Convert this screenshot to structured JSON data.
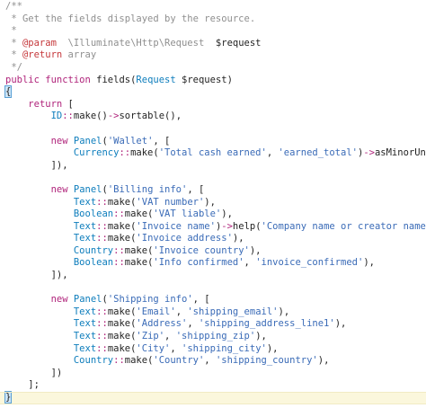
{
  "colors": {
    "background": "#ffffff",
    "current_line": "#fbf7dc",
    "comment": "#8f8f8f",
    "tag": "#c5383b",
    "keyword": "#b0247b",
    "class": "#0d7dbc",
    "string": "#3a6bb7",
    "text": "#1f1f1f"
  },
  "lines": [
    {
      "tokens": [
        {
          "t": "/**",
          "k": "comment"
        }
      ]
    },
    {
      "tokens": [
        {
          "t": " * Get the fields displayed by the resource.",
          "k": "comment"
        }
      ]
    },
    {
      "tokens": [
        {
          "t": " *",
          "k": "comment"
        }
      ]
    },
    {
      "tokens": [
        {
          "t": " * ",
          "k": "comment"
        },
        {
          "t": "@param",
          "k": "tag"
        },
        {
          "t": "  \\Illuminate\\Http\\Request  ",
          "k": "comment"
        },
        {
          "t": "$request",
          "k": "text"
        }
      ]
    },
    {
      "tokens": [
        {
          "t": " * ",
          "k": "comment"
        },
        {
          "t": "@return",
          "k": "tag"
        },
        {
          "t": " array",
          "k": "comment"
        }
      ]
    },
    {
      "tokens": [
        {
          "t": " */",
          "k": "comment"
        }
      ]
    },
    {
      "tokens": [
        {
          "t": "public function ",
          "k": "keyword"
        },
        {
          "t": "fields(",
          "k": "text"
        },
        {
          "t": "Request",
          "k": "class"
        },
        {
          "t": " $request)",
          "k": "text"
        }
      ]
    },
    {
      "tokens": [
        {
          "t": "{",
          "k": "text",
          "match": true
        }
      ]
    },
    {
      "tokens": [
        {
          "t": "    ",
          "k": "text"
        },
        {
          "t": "return",
          "k": "keyword"
        },
        {
          "t": " [",
          "k": "text"
        }
      ]
    },
    {
      "tokens": [
        {
          "t": "        ",
          "k": "text"
        },
        {
          "t": "ID",
          "k": "class"
        },
        {
          "t": "::",
          "k": "keyword"
        },
        {
          "t": "make()",
          "k": "text"
        },
        {
          "t": "->",
          "k": "keyword"
        },
        {
          "t": "sortable(),",
          "k": "text"
        }
      ]
    },
    {
      "tokens": [
        {
          "t": "",
          "k": "text"
        }
      ]
    },
    {
      "tokens": [
        {
          "t": "        ",
          "k": "text"
        },
        {
          "t": "new ",
          "k": "keyword"
        },
        {
          "t": "Panel",
          "k": "class"
        },
        {
          "t": "(",
          "k": "text"
        },
        {
          "t": "'Wallet'",
          "k": "string"
        },
        {
          "t": ", [",
          "k": "text"
        }
      ]
    },
    {
      "tokens": [
        {
          "t": "            ",
          "k": "text"
        },
        {
          "t": "Currency",
          "k": "class"
        },
        {
          "t": "::",
          "k": "keyword"
        },
        {
          "t": "make(",
          "k": "text"
        },
        {
          "t": "'Total cash earned'",
          "k": "string"
        },
        {
          "t": ", ",
          "k": "text"
        },
        {
          "t": "'earned_total'",
          "k": "string"
        },
        {
          "t": ")",
          "k": "text"
        },
        {
          "t": "->",
          "k": "keyword"
        },
        {
          "t": "asMinorUnits(),",
          "k": "text"
        }
      ]
    },
    {
      "tokens": [
        {
          "t": "        ]),",
          "k": "text"
        }
      ]
    },
    {
      "tokens": [
        {
          "t": "",
          "k": "text"
        }
      ]
    },
    {
      "tokens": [
        {
          "t": "        ",
          "k": "text"
        },
        {
          "t": "new ",
          "k": "keyword"
        },
        {
          "t": "Panel",
          "k": "class"
        },
        {
          "t": "(",
          "k": "text"
        },
        {
          "t": "'Billing info'",
          "k": "string"
        },
        {
          "t": ", [",
          "k": "text"
        }
      ]
    },
    {
      "tokens": [
        {
          "t": "            ",
          "k": "text"
        },
        {
          "t": "Text",
          "k": "class"
        },
        {
          "t": "::",
          "k": "keyword"
        },
        {
          "t": "make(",
          "k": "text"
        },
        {
          "t": "'VAT number'",
          "k": "string"
        },
        {
          "t": "),",
          "k": "text"
        }
      ]
    },
    {
      "tokens": [
        {
          "t": "            ",
          "k": "text"
        },
        {
          "t": "Boolean",
          "k": "class"
        },
        {
          "t": "::",
          "k": "keyword"
        },
        {
          "t": "make(",
          "k": "text"
        },
        {
          "t": "'VAT liable'",
          "k": "string"
        },
        {
          "t": "),",
          "k": "text"
        }
      ]
    },
    {
      "tokens": [
        {
          "t": "            ",
          "k": "text"
        },
        {
          "t": "Text",
          "k": "class"
        },
        {
          "t": "::",
          "k": "keyword"
        },
        {
          "t": "make(",
          "k": "text"
        },
        {
          "t": "'Invoice name'",
          "k": "string"
        },
        {
          "t": ")",
          "k": "text"
        },
        {
          "t": "->",
          "k": "keyword"
        },
        {
          "t": "help(",
          "k": "text"
        },
        {
          "t": "'Company name or creator name.'",
          "k": "string"
        },
        {
          "t": "),",
          "k": "text"
        }
      ]
    },
    {
      "tokens": [
        {
          "t": "            ",
          "k": "text"
        },
        {
          "t": "Text",
          "k": "class"
        },
        {
          "t": "::",
          "k": "keyword"
        },
        {
          "t": "make(",
          "k": "text"
        },
        {
          "t": "'Invoice address'",
          "k": "string"
        },
        {
          "t": "),",
          "k": "text"
        }
      ]
    },
    {
      "tokens": [
        {
          "t": "            ",
          "k": "text"
        },
        {
          "t": "Country",
          "k": "class"
        },
        {
          "t": "::",
          "k": "keyword"
        },
        {
          "t": "make(",
          "k": "text"
        },
        {
          "t": "'Invoice country'",
          "k": "string"
        },
        {
          "t": "),",
          "k": "text"
        }
      ]
    },
    {
      "tokens": [
        {
          "t": "            ",
          "k": "text"
        },
        {
          "t": "Boolean",
          "k": "class"
        },
        {
          "t": "::",
          "k": "keyword"
        },
        {
          "t": "make(",
          "k": "text"
        },
        {
          "t": "'Info confirmed'",
          "k": "string"
        },
        {
          "t": ", ",
          "k": "text"
        },
        {
          "t": "'invoice_confirmed'",
          "k": "string"
        },
        {
          "t": "),",
          "k": "text"
        }
      ]
    },
    {
      "tokens": [
        {
          "t": "        ]),",
          "k": "text"
        }
      ]
    },
    {
      "tokens": [
        {
          "t": "",
          "k": "text"
        }
      ]
    },
    {
      "tokens": [
        {
          "t": "        ",
          "k": "text"
        },
        {
          "t": "new ",
          "k": "keyword"
        },
        {
          "t": "Panel",
          "k": "class"
        },
        {
          "t": "(",
          "k": "text"
        },
        {
          "t": "'Shipping info'",
          "k": "string"
        },
        {
          "t": ", [",
          "k": "text"
        }
      ]
    },
    {
      "tokens": [
        {
          "t": "            ",
          "k": "text"
        },
        {
          "t": "Text",
          "k": "class"
        },
        {
          "t": "::",
          "k": "keyword"
        },
        {
          "t": "make(",
          "k": "text"
        },
        {
          "t": "'Email'",
          "k": "string"
        },
        {
          "t": ", ",
          "k": "text"
        },
        {
          "t": "'shipping_email'",
          "k": "string"
        },
        {
          "t": "),",
          "k": "text"
        }
      ]
    },
    {
      "tokens": [
        {
          "t": "            ",
          "k": "text"
        },
        {
          "t": "Text",
          "k": "class"
        },
        {
          "t": "::",
          "k": "keyword"
        },
        {
          "t": "make(",
          "k": "text"
        },
        {
          "t": "'Address'",
          "k": "string"
        },
        {
          "t": ", ",
          "k": "text"
        },
        {
          "t": "'shipping_address_line1'",
          "k": "string"
        },
        {
          "t": "),",
          "k": "text"
        }
      ]
    },
    {
      "tokens": [
        {
          "t": "            ",
          "k": "text"
        },
        {
          "t": "Text",
          "k": "class"
        },
        {
          "t": "::",
          "k": "keyword"
        },
        {
          "t": "make(",
          "k": "text"
        },
        {
          "t": "'Zip'",
          "k": "string"
        },
        {
          "t": ", ",
          "k": "text"
        },
        {
          "t": "'shipping_zip'",
          "k": "string"
        },
        {
          "t": "),",
          "k": "text"
        }
      ]
    },
    {
      "tokens": [
        {
          "t": "            ",
          "k": "text"
        },
        {
          "t": "Text",
          "k": "class"
        },
        {
          "t": "::",
          "k": "keyword"
        },
        {
          "t": "make(",
          "k": "text"
        },
        {
          "t": "'City'",
          "k": "string"
        },
        {
          "t": ", ",
          "k": "text"
        },
        {
          "t": "'shipping_city'",
          "k": "string"
        },
        {
          "t": "),",
          "k": "text"
        }
      ]
    },
    {
      "tokens": [
        {
          "t": "            ",
          "k": "text"
        },
        {
          "t": "Country",
          "k": "class"
        },
        {
          "t": "::",
          "k": "keyword"
        },
        {
          "t": "make(",
          "k": "text"
        },
        {
          "t": "'Country'",
          "k": "string"
        },
        {
          "t": ", ",
          "k": "text"
        },
        {
          "t": "'shipping_country'",
          "k": "string"
        },
        {
          "t": "),",
          "k": "text"
        }
      ]
    },
    {
      "tokens": [
        {
          "t": "        ])",
          "k": "text"
        }
      ]
    },
    {
      "tokens": [
        {
          "t": "    ];",
          "k": "text"
        }
      ]
    },
    {
      "tokens": [
        {
          "t": "}",
          "k": "text",
          "match": true
        }
      ],
      "current": true
    }
  ]
}
